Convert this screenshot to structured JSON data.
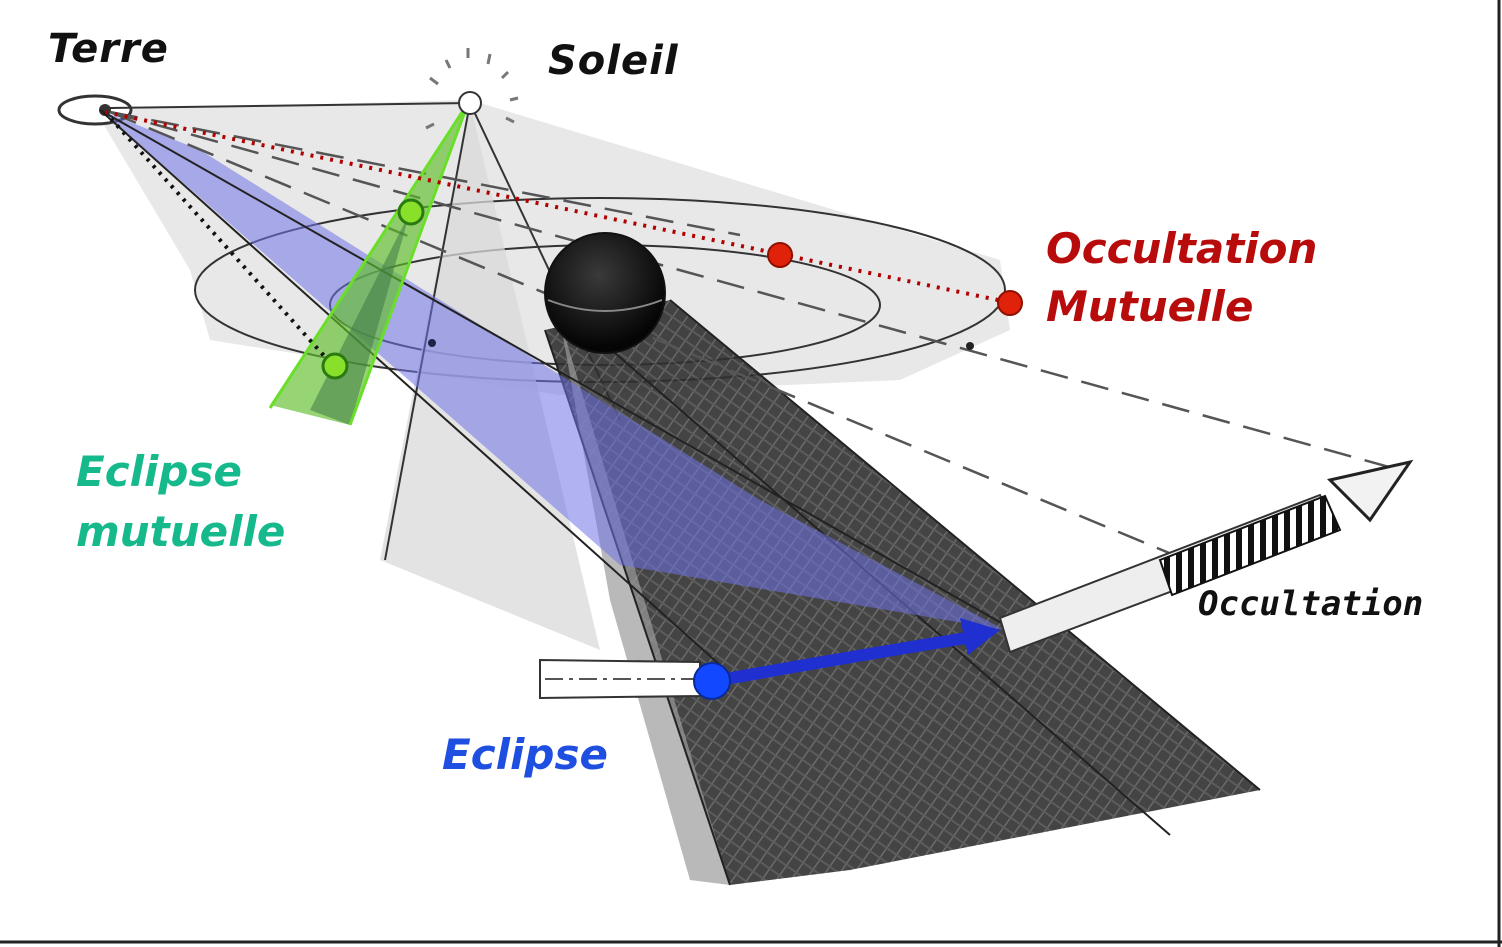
{
  "labels": {
    "terre": "Terre",
    "soleil": "Soleil",
    "occultation_mutuelle_line1": "Occultation",
    "occultation_mutuelle_line2": "Mutuelle",
    "eclipse_mutuelle_line1": "Eclipse",
    "eclipse_mutuelle_line2": "mutuelle",
    "eclipse": "Eclipse",
    "occultation": "Occultation"
  },
  "colors": {
    "terre_label": "#111111",
    "soleil_label": "#111111",
    "occultation_mutuelle": "#b80c0c",
    "eclipse_mutuelle": "#16b98c",
    "eclipse": "#1f4fe0",
    "occultation": "#111111",
    "blue_cone": "#6f72e6",
    "green_cone": "#5fbf2a",
    "red_dotted_line": "#b00000"
  }
}
